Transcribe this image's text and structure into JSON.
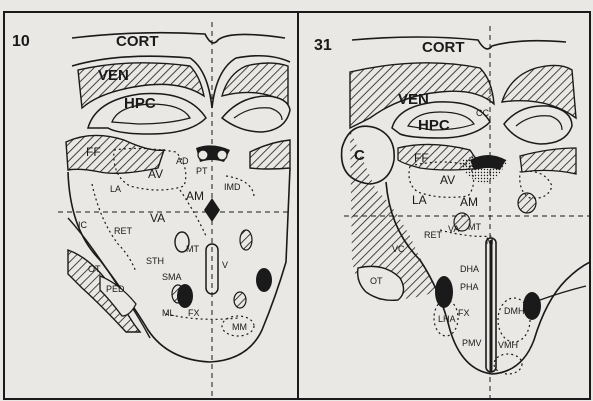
{
  "panels": [
    {
      "number": "10",
      "labels": {
        "cort": "CORT",
        "ven": "VEN",
        "hpc": "HPC",
        "ff": "FF",
        "ad": "AD",
        "pt": "PT",
        "av": "AV",
        "am": "AM",
        "imd": "IMD",
        "la": "LA",
        "ic": "IC",
        "ret": "RET",
        "va": "VA",
        "mt": "MT",
        "ot": "OT",
        "sth": "STH",
        "sma": "SMA",
        "v": "V",
        "ped": "PED",
        "ml": "ML",
        "fx": "FX",
        "mm": "MM"
      }
    },
    {
      "number": "31",
      "labels": {
        "cort": "CORT",
        "ven": "VEN",
        "hpc": "HPC",
        "cc": "CC",
        "c": "C",
        "ff": "FF",
        "av": "AV",
        "la": "LA",
        "am": "AM",
        "mt": "MT",
        "ret": "RET",
        "va": "VA",
        "m": "M",
        "vc": "VC",
        "ot": "OT",
        "dha": "DHA",
        "pha": "PHA",
        "lha": "LHA",
        "fx": "FX",
        "dmh": "DMH",
        "pmv": "PMV",
        "vmh": "VMH"
      }
    }
  ],
  "colors": {
    "ink": "#1a1a1a",
    "paper": "#e9e8e4"
  }
}
